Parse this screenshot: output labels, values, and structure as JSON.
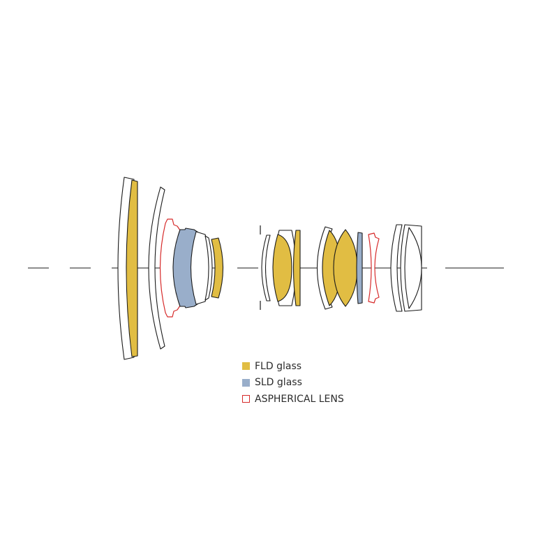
{
  "colors": {
    "fld": "#e1bd43",
    "sld": "#99aeca",
    "aspherical": "#d62a2a",
    "outline": "#1a1a1a",
    "background": "#ffffff"
  },
  "legend": [
    {
      "key": "fld",
      "label": "FLD glass",
      "style": "fill",
      "color": "#e1bd43"
    },
    {
      "key": "sld",
      "label": "SLD glass",
      "style": "fill",
      "color": "#99aeca"
    },
    {
      "key": "aspherical",
      "label": "ASPHERICAL LENS",
      "style": "outline",
      "color": "#d62a2a"
    }
  ]
}
